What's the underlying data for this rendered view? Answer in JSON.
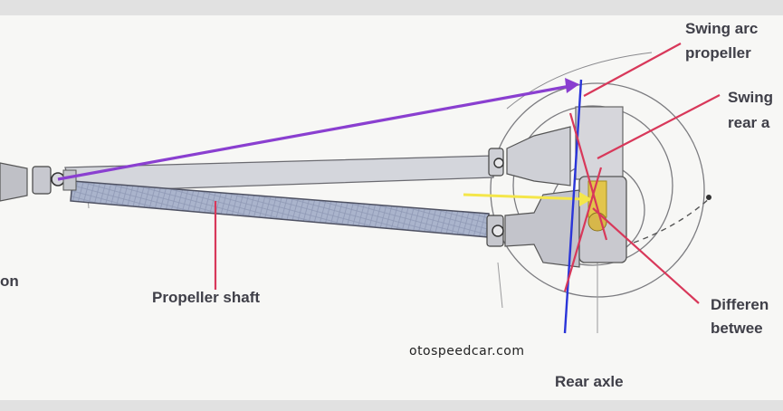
{
  "labels": {
    "swing_arc_line1": "Swing arc",
    "swing_arc_line2": "propeller",
    "swing_rear_line1": "Swing",
    "swing_rear_line2": "rear a",
    "diff_line1": "Differen",
    "diff_line2": "betwee",
    "left_partial": "on",
    "propeller_shaft": "Propeller shaft",
    "rear_axle": "Rear axle",
    "watermark": "otospeedcar.com"
  },
  "colors": {
    "background": "#f7f7f5",
    "frame": "#e1e1e1",
    "shaft_fill": "#aab4cc",
    "casing": "#c9c9ce",
    "purple_arc": "#8a3fd0",
    "blue_line": "#2a35d8",
    "red_line": "#d8385a",
    "yellow_arrow": "#f4e64a",
    "label_text": "#3f3f48"
  }
}
